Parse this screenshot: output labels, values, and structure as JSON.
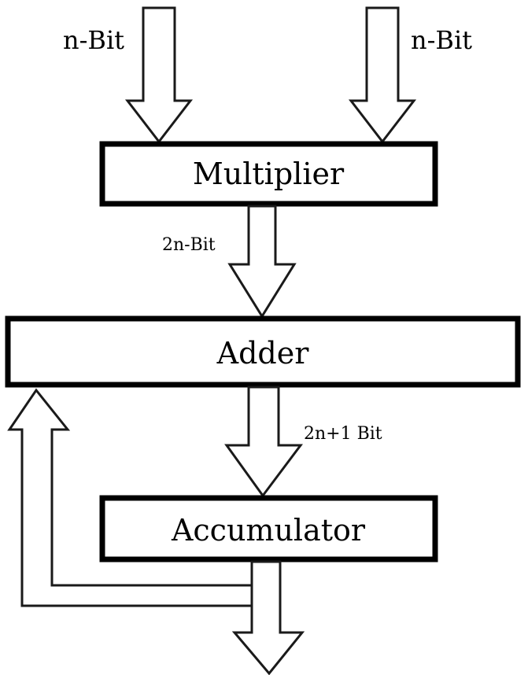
{
  "diagram": {
    "input_left_label": "n-Bit",
    "input_right_label": "n-Bit",
    "multiplier_label": "Multiplier",
    "multiplier_output_label": "2n-Bit",
    "adder_label": "Adder",
    "adder_output_label": "2n+1 Bit",
    "accumulator_label": "Accumulator"
  }
}
